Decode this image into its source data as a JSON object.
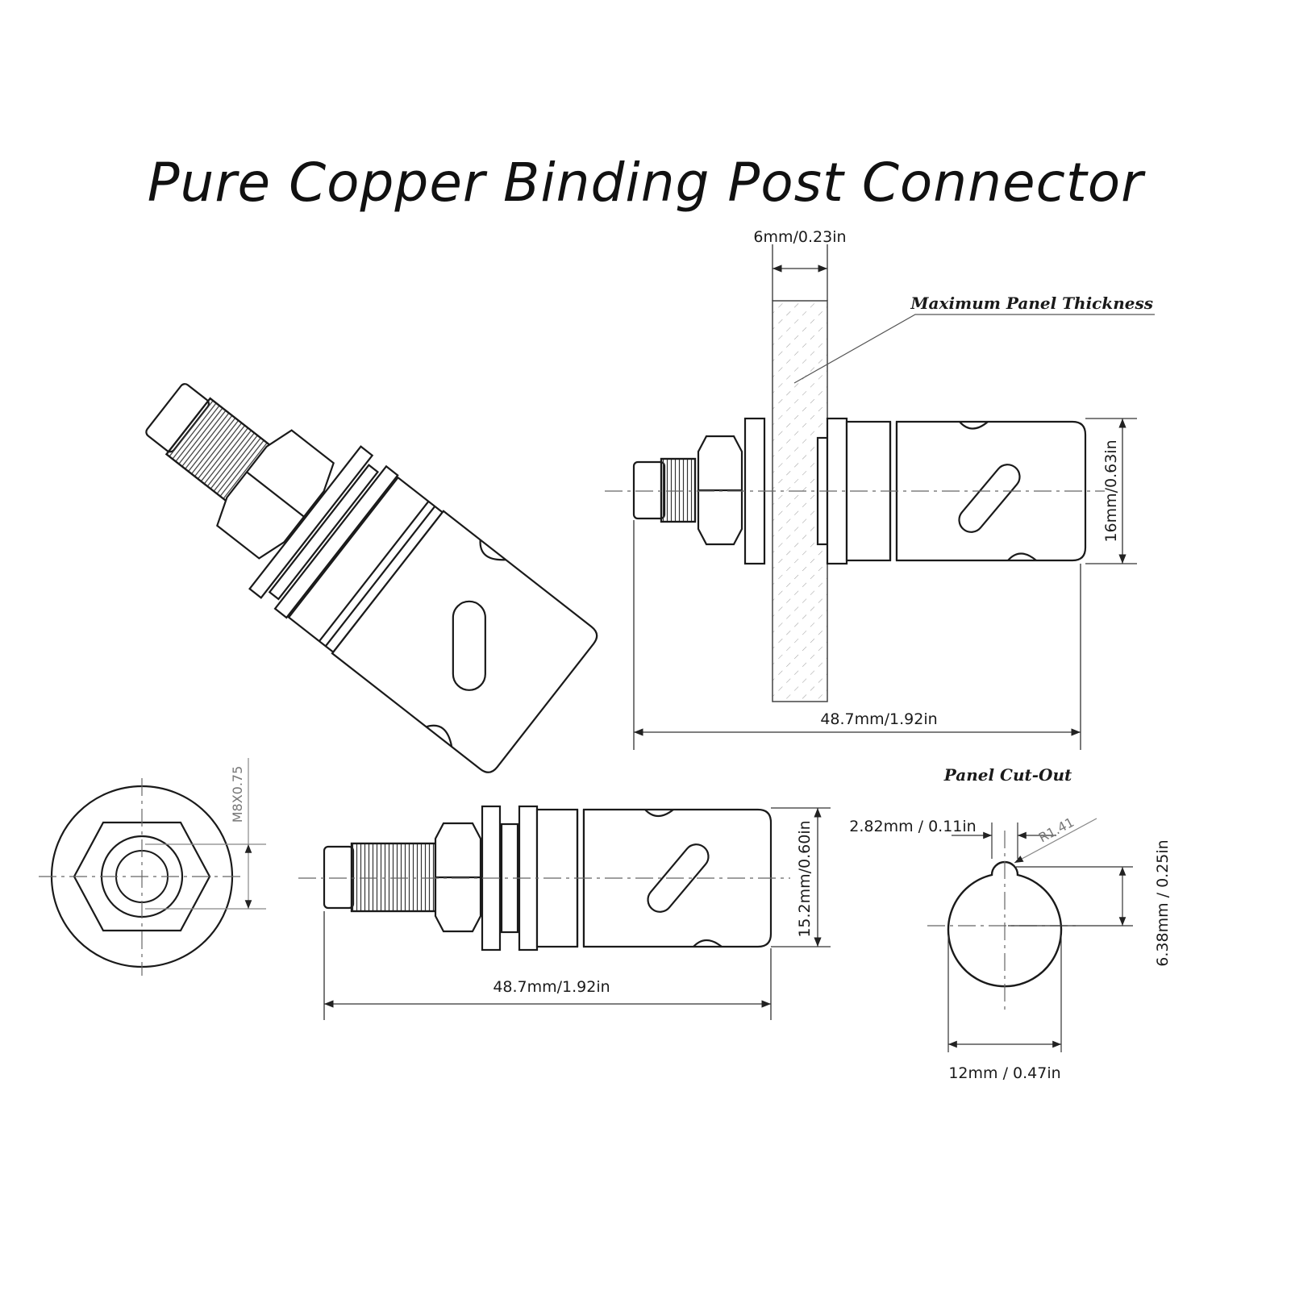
{
  "title": "Pure Copper Binding Post Connector",
  "labels": {
    "panel_thickness_dim": "6mm/0.23in",
    "max_panel_thickness": "Maximum Panel Thickness",
    "diameter_top": "16mm/0.63in",
    "length_top": "48.7mm/1.92in",
    "thread_spec": "M8X0.75",
    "length_bottom": "48.7mm/1.92in",
    "diameter_bottom": "15.2mm/0.60in",
    "panel_cutout": "Panel Cut-Out",
    "notch_width": "2.82mm / 0.11in",
    "notch_radius": "R1.41",
    "notch_depth": "6.38mm / 0.25in",
    "cutout_diameter": "12mm / 0.47in"
  }
}
